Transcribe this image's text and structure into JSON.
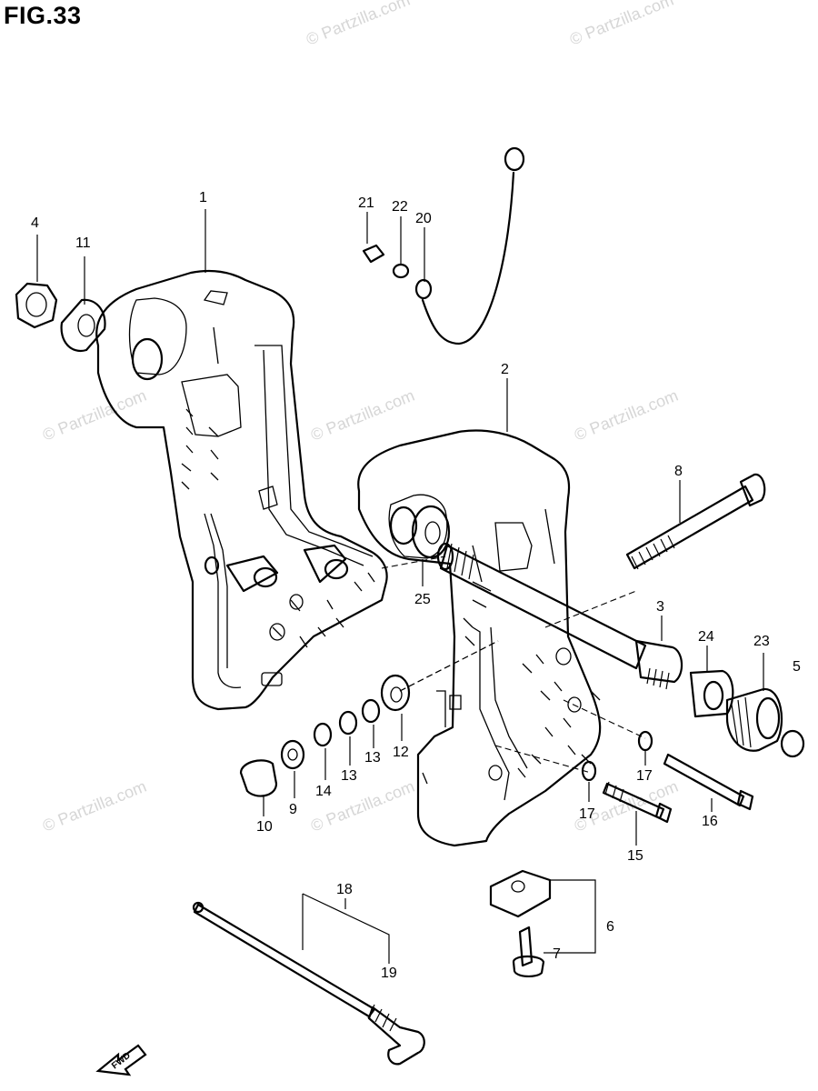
{
  "figure": {
    "title": "FIG.33"
  },
  "watermark": "© Partzilla.com",
  "fwd_label": "FWD",
  "callouts": {
    "c1": "1",
    "c2": "2",
    "c3": "3",
    "c4": "4",
    "c5": "5",
    "c6": "6",
    "c7": "7",
    "c8": "8",
    "c9": "9",
    "c10": "10",
    "c11": "11",
    "c12": "12",
    "c13": "13",
    "c14": "14",
    "c15": "15",
    "c16": "16",
    "c17a": "17",
    "c17b": "17",
    "c18": "18",
    "c19": "19",
    "c20": "20",
    "c21": "21",
    "c22": "22",
    "c23": "23",
    "c24": "24",
    "c25": "25"
  }
}
